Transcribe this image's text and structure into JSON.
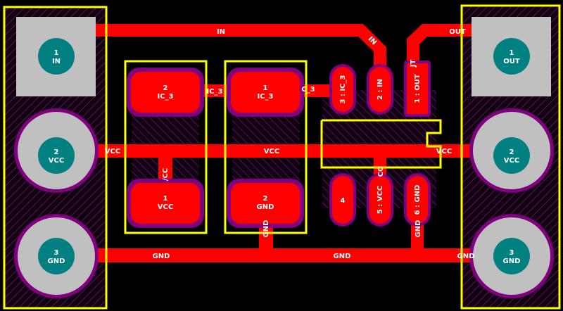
{
  "colors": {
    "background": "#000000",
    "copper": "#ff0000",
    "solder_mask": "#800080",
    "silkscreen": "#ffff00",
    "pad_gray": "#c0c0c0",
    "pad_teal": "#008080",
    "text": "#ffffff"
  },
  "nets": {
    "in": "IN",
    "out": "OUT",
    "vcc": "VCC",
    "gnd": "GND",
    "ic3": "IC_3"
  },
  "trace_labels": {
    "in_top": "IN",
    "in_diag": "IN",
    "out_top": "OUT",
    "out_vert": "JT",
    "vcc_left": "VCC",
    "vcc_mid": "VCC",
    "vcc_right": "VCC",
    "vcc_vert": "/CC",
    "vcc_ic": "CC",
    "gnd_left": "GND",
    "gnd_mid": "GND",
    "gnd_right": "GND",
    "gnd_vert_a": "GND",
    "gnd_vert_b": "GND",
    "ic3_a": "IC_3",
    "ic3_b": "C_3"
  },
  "left_connector": {
    "pads": [
      {
        "num": "1",
        "net": "IN"
      },
      {
        "num": "2",
        "net": "VCC"
      },
      {
        "num": "3",
        "net": "GND"
      }
    ]
  },
  "right_connector": {
    "pads": [
      {
        "num": "1",
        "net": "OUT"
      },
      {
        "num": "2",
        "net": "VCC"
      },
      {
        "num": "3",
        "net": "GND"
      }
    ]
  },
  "cap_a": {
    "pad_top": {
      "num": "2",
      "net": "IC_3"
    },
    "pad_bottom": {
      "num": "1",
      "net": "VCC"
    }
  },
  "cap_b": {
    "pad_top": {
      "num": "1",
      "net": "IC_3"
    },
    "pad_bottom": {
      "num": "2",
      "net": "GND"
    }
  },
  "ic": {
    "pins": [
      {
        "label": "3 : IC_3"
      },
      {
        "label": "2 : IN"
      },
      {
        "label": "1 : OUT"
      },
      {
        "label": "4"
      },
      {
        "label": "5 : VCC"
      },
      {
        "label": "6 : GND"
      }
    ]
  }
}
